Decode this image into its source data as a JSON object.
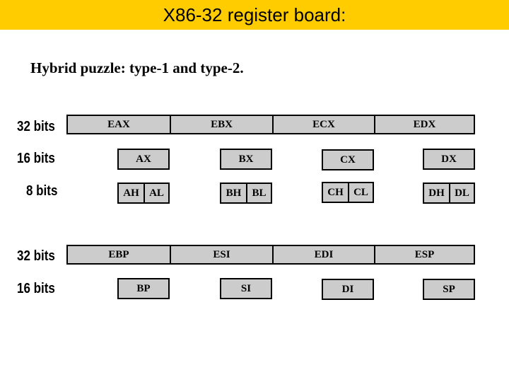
{
  "title": "X86-32 register board:",
  "subtitle": "Hybrid puzzle: type-1 and type-2.",
  "group1": {
    "label32": "32 bits",
    "label16": "16 bits",
    "label8": "8 bits",
    "regs32": [
      "EAX",
      "EBX",
      "ECX",
      "EDX"
    ],
    "regs16": [
      "AX",
      "BX",
      "CX",
      "DX"
    ],
    "regs8": [
      [
        "AH",
        "AL"
      ],
      [
        "BH",
        "BL"
      ],
      [
        "CH",
        "CL"
      ],
      [
        "DH",
        "DL"
      ]
    ]
  },
  "group2": {
    "label32": "32 bits",
    "label16": "16 bits",
    "regs32": [
      "EBP",
      "ESI",
      "EDI",
      "ESP"
    ],
    "regs16": [
      "BP",
      "SI",
      "DI",
      "SP"
    ]
  },
  "colors": {
    "title_bar": "#ffcc00",
    "cell_fill": "#cccccc"
  }
}
